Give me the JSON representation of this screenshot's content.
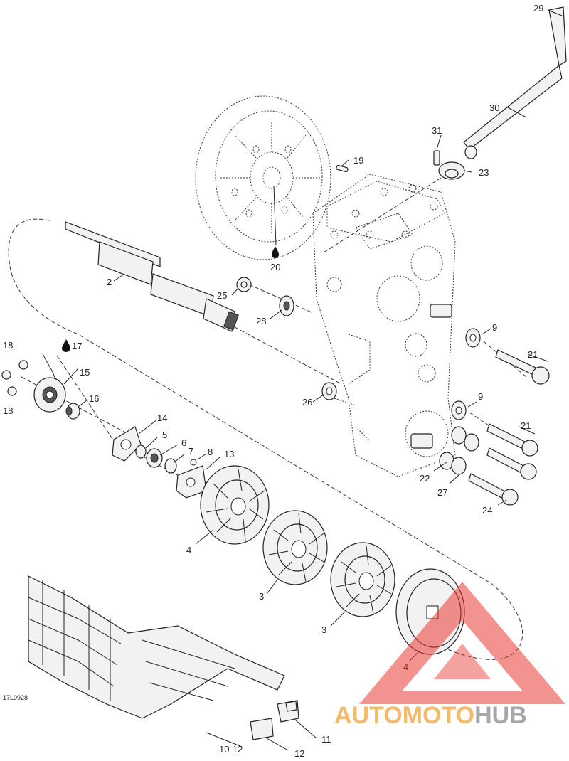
{
  "diagram_code": "17L0928",
  "callouts": {
    "c2": "2",
    "c3a": "3",
    "c3b": "3",
    "c4a": "4",
    "c4b": "4",
    "c5": "5",
    "c6": "6",
    "c7": "7",
    "c8": "8",
    "c9a": "9",
    "c9b": "9",
    "c10_12": "10-12",
    "c11": "11",
    "c12": "12",
    "c13": "13",
    "c14": "14",
    "c15": "15",
    "c16": "16",
    "c17": "17",
    "c18a": "18",
    "c18b": "18",
    "c19": "19",
    "c20": "20",
    "c21a": "21",
    "c21b": "21",
    "c22": "22",
    "c23": "23",
    "c24": "24",
    "c25": "25",
    "c26": "26",
    "c27": "27",
    "c28": "28",
    "c29": "29",
    "c30": "30",
    "c31": "31"
  },
  "watermark": {
    "part1": "AUTOMOTO",
    "part2": "HUB",
    "color1": "#f0a33a",
    "color2": "#8a8a8a",
    "triangle_color": "#e8302a"
  },
  "icons": {
    "oil_drop": "oil-drop-icon"
  }
}
